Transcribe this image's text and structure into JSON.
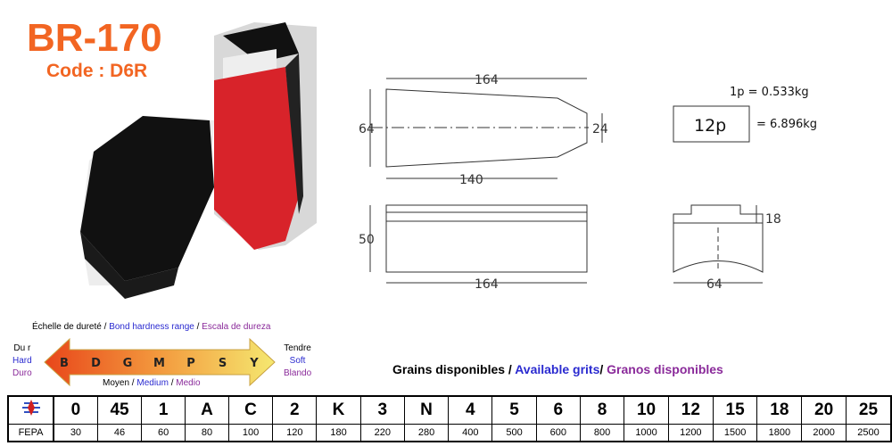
{
  "product": {
    "title": "BR-170",
    "code": "Code : D6R"
  },
  "drawing": {
    "top_length": "164",
    "width_left": "64",
    "width_right": "24",
    "bottom_length": "140",
    "side_height": "50",
    "side_length": "164",
    "end_height": "18",
    "end_width": "64"
  },
  "weights": {
    "per_piece": "1p = 0.533kg",
    "pack": "12p",
    "pack_weight": "= 6.896kg"
  },
  "hardness": {
    "title_fr": "Échelle de dureté",
    "title_en": "Bond hardness range",
    "title_es": "Escala de dureza",
    "sep": " / ",
    "left": {
      "fr": "Du r",
      "en": "Hard",
      "es": "Duro"
    },
    "right": {
      "fr": "Tendre",
      "en": "Soft",
      "es": "Blando"
    },
    "mid_fr": "Moyen",
    "mid_en": "Medium",
    "mid_es": "Medio",
    "grades": [
      "B",
      "D",
      "G",
      "M",
      "P",
      "S",
      "Y"
    ]
  },
  "grains": {
    "fr": "Grains disponibles / ",
    "en": "Available grits",
    "sep": "/ ",
    "es": "Granos disponibles"
  },
  "table": {
    "row_label": "FEPA",
    "codes": [
      "0",
      "45",
      "1",
      "A",
      "C",
      "2",
      "K",
      "3",
      "N",
      "4",
      "5",
      "6",
      "8",
      "10",
      "12",
      "15",
      "18",
      "20",
      "25"
    ],
    "fepa": [
      "30",
      "46",
      "60",
      "80",
      "100",
      "120",
      "180",
      "220",
      "280",
      "400",
      "500",
      "600",
      "800",
      "1000",
      "1200",
      "1500",
      "1800",
      "2000",
      "2500"
    ]
  }
}
